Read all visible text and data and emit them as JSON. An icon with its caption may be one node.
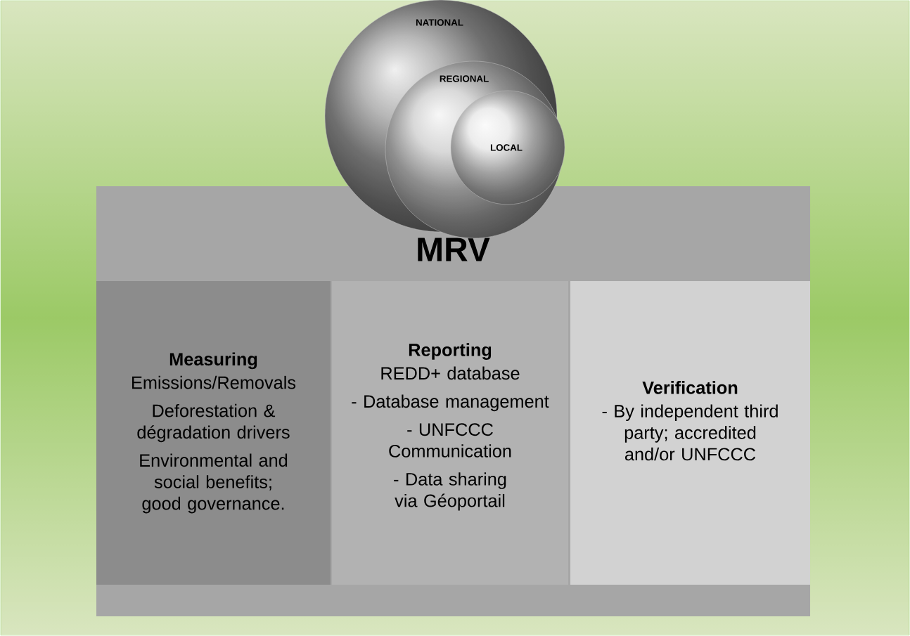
{
  "diagram": {
    "nodes": [
      {
        "text": [
          "NATIONAL"
        ]
      },
      {
        "text": [
          "REGIONAL"
        ],
        "in": 0
      },
      {
        "text": [
          "LOCAL"
        ],
        "in": 1
      },
      {
        "text": [
          "MRV"
        ]
      },
      {
        "text": [
          "Measuring",
          "Emissions/Removals",
          "Deforestation & dégradation drivers",
          "Environmental and social benefits; good governance."
        ],
        "in": 3
      },
      {
        "text": [
          "Reporting",
          "REDD+ database",
          "- Database management",
          "- UNFCCC Communication",
          "- Data  sharing via Géoportail"
        ],
        "in": 3
      },
      {
        "text": [
          "Verification",
          "-  By independent third party; accredited and/or UNFCCC"
        ],
        "in": 3
      }
    ]
  }
}
